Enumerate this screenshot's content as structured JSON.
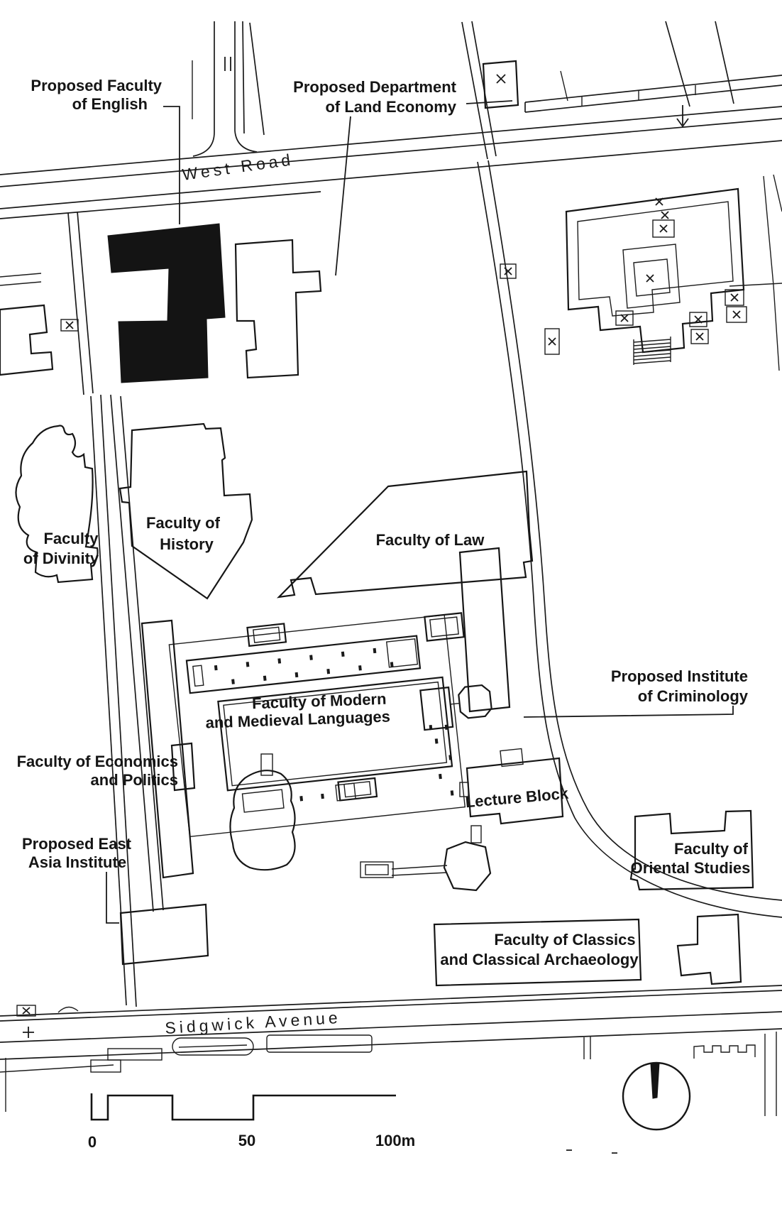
{
  "map": {
    "colors": {
      "ink": "#1a1a1a",
      "paper": "#ffffff",
      "proposed_building_fill": "#141414"
    },
    "streets": {
      "west_road": "West Road",
      "sidgwick_avenue": "Sidgwick Avenue"
    },
    "buildings": {
      "proposed_english": {
        "line1": "Proposed Faculty",
        "line2": "of English"
      },
      "proposed_land_economy": {
        "line1": "Proposed Department",
        "line2": "of Land Economy"
      },
      "divinity": {
        "line1": "Faculty",
        "line2": "of Divinity"
      },
      "history": {
        "line1": "Faculty of",
        "line2": "History"
      },
      "law": {
        "line1": "Faculty of Law"
      },
      "modern_medieval_languages": {
        "line1": "Faculty of Modern",
        "line2": "and Medieval Languages"
      },
      "proposed_criminology": {
        "line1": "Proposed Institute",
        "line2": "of Criminology"
      },
      "economics": {
        "line1": "Faculty of Economics",
        "line2": "and Politics"
      },
      "lecture_block": {
        "line1": "Lecture Block"
      },
      "proposed_east_asia": {
        "line1": "Proposed East",
        "line2": "Asia Institute"
      },
      "oriental_studies": {
        "line1": "Faculty of",
        "line2": "Oriental Studies"
      },
      "classics": {
        "line1": "Faculty of Classics",
        "line2": "and Classical Archaeology"
      }
    },
    "scale_bar": {
      "tick_start": "0",
      "tick_mid": "50",
      "tick_end": "100m"
    },
    "markers": {
      "existing_building_marker": "x-cross-marker",
      "road_crossing_marker": "plus-marker",
      "north_indicator": "circle-with-bar"
    }
  }
}
